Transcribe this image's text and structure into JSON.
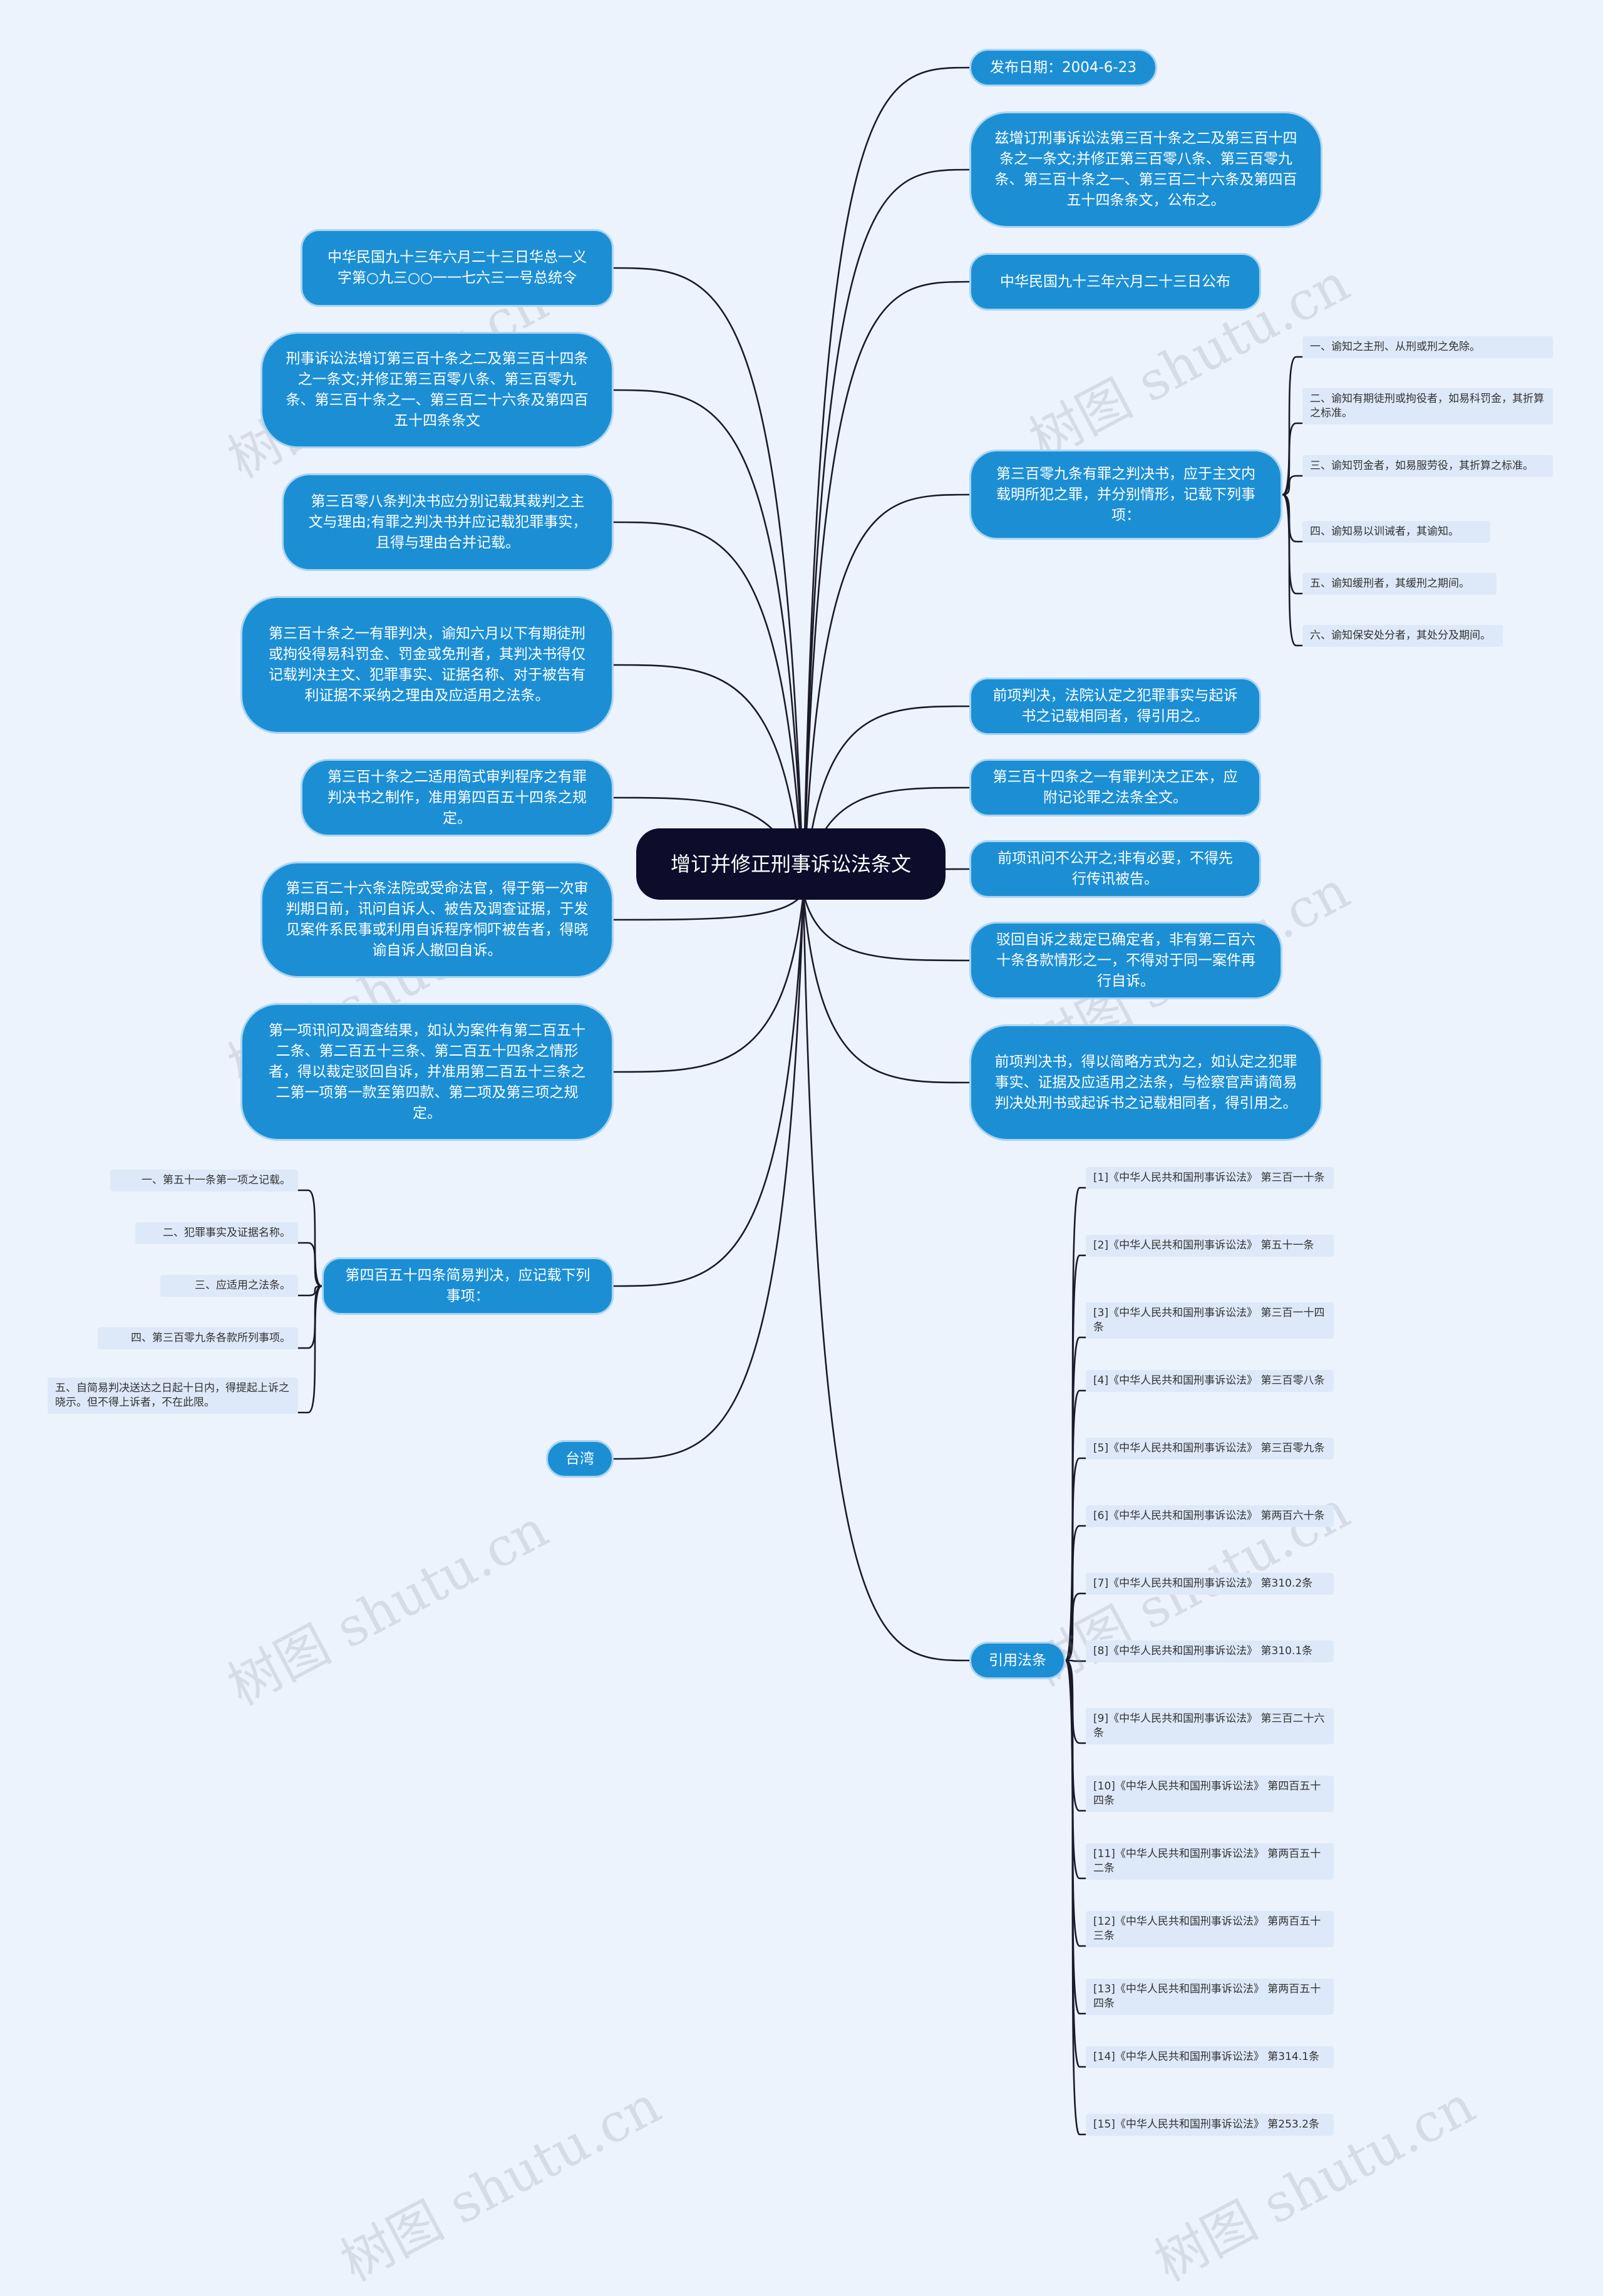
{
  "root": {
    "label": "增订并修正刑事诉讼法条文"
  },
  "right_topics": [
    {
      "label": "发布日期：2004-6-23"
    },
    {
      "label": "兹增订刑事诉讼法第三百十条之二及第三百十四条之一条文;并修正第三百零八条、第三百零九条、第三百十条之一、第三百二十六条及第四百五十四条条文，公布之。"
    },
    {
      "label": "中华民国九十三年六月二十三日公布"
    },
    {
      "label": "第三百零九条有罪之判决书，应于主文内载明所犯之罪，并分别情形，记载下列事项：",
      "children": [
        "一、谕知之主刑、从刑或刑之免除。",
        "二、谕知有期徒刑或拘役者，如易科罚金，其折算之标准。",
        "三、谕知罚金者，如易服劳役，其折算之标准。",
        "四、谕知易以训诫者，其谕知。",
        "五、谕知缓刑者，其缓刑之期间。",
        "六、谕知保安处分者，其处分及期间。"
      ]
    },
    {
      "label": "前项判决，法院认定之犯罪事实与起诉书之记载相同者，得引用之。"
    },
    {
      "label": "第三百十四条之一有罪判决之正本，应附记论罪之法条全文。"
    },
    {
      "label": "前项讯问不公开之;非有必要，不得先行传讯被告。"
    },
    {
      "label": "驳回自诉之裁定已确定者，非有第二百六十条各款情形之一，不得对于同一案件再行自诉。"
    },
    {
      "label": "前项判决书，得以简略方式为之，如认定之犯罪事实、证据及应适用之法条，与检察官声请简易判决处刑书或起诉书之记载相同者，得引用之。"
    },
    {
      "label": "引用法条",
      "children": [
        "[1]《中华人民共和国刑事诉讼法》 第三百一十条",
        "[2]《中华人民共和国刑事诉讼法》 第五十一条",
        "[3]《中华人民共和国刑事诉讼法》 第三百一十四条",
        "[4]《中华人民共和国刑事诉讼法》 第三百零八条",
        "[5]《中华人民共和国刑事诉讼法》 第三百零九条",
        "[6]《中华人民共和国刑事诉讼法》 第两百六十条",
        "[7]《中华人民共和国刑事诉讼法》 第310.2条",
        "[8]《中华人民共和国刑事诉讼法》 第310.1条",
        "[9]《中华人民共和国刑事诉讼法》 第三百二十六条",
        "[10]《中华人民共和国刑事诉讼法》 第四百五十四条",
        "[11]《中华人民共和国刑事诉讼法》 第两百五十二条",
        "[12]《中华人民共和国刑事诉讼法》 第两百五十三条",
        "[13]《中华人民共和国刑事诉讼法》 第两百五十四条",
        "[14]《中华人民共和国刑事诉讼法》 第314.1条",
        "[15]《中华人民共和国刑事诉讼法》 第253.2条"
      ]
    }
  ],
  "left_topics": [
    {
      "label": "中华民国九十三年六月二十三日华总一义字第○九三○○一一七六三一号总统令"
    },
    {
      "label": "刑事诉讼法增订第三百十条之二及第三百十四条之一条文;并修正第三百零八条、第三百零九条、第三百十条之一、第三百二十六条及第四百五十四条条文"
    },
    {
      "label": "第三百零八条判决书应分别记载其裁判之主文与理由;有罪之判决书并应记载犯罪事实，且得与理由合并记载。"
    },
    {
      "label": "第三百十条之一有罪判决，谕知六月以下有期徒刑或拘役得易科罚金、罚金或免刑者，其判决书得仅记载判决主文、犯罪事实、证据名称、对于被告有利证据不采纳之理由及应适用之法条。"
    },
    {
      "label": "第三百十条之二适用简式审判程序之有罪判决书之制作，准用第四百五十四条之规定。"
    },
    {
      "label": "第三百二十六条法院或受命法官，得于第一次审判期日前，讯问自诉人、被告及调查证据，于发见案件系民事或利用自诉程序恫吓被告者，得晓谕自诉人撤回自诉。"
    },
    {
      "label": "第一项讯问及调查结果，如认为案件有第二百五十二条、第二百五十三条、第二百五十四条之情形者，得以裁定驳回自诉，并准用第二百五十三条之二第一项第一款至第四款、第二项及第三项之规定。"
    },
    {
      "label": "第四百五十四条简易判决，应记载下列事项：",
      "children": [
        "一、第五十一条第一项之记载。",
        "二、犯罪事实及证据名称。",
        "三、应适用之法条。",
        "四、第三百零九条各款所列事项。",
        "五、自简易判决送达之日起十日内，得提起上诉之晓示。但不得上诉者，不在此限。"
      ]
    },
    {
      "label": "台湾"
    }
  ],
  "watermark": "树图 shutu.cn",
  "colors": {
    "background": "#edf3fc",
    "node_fill": "#1c8fd4",
    "node_border": "#a9d5f2",
    "root_fill": "#0d0c2b",
    "line": "#1a1a2a",
    "leaf_fill": "#dde9f8",
    "leaf_text": "#333333"
  }
}
